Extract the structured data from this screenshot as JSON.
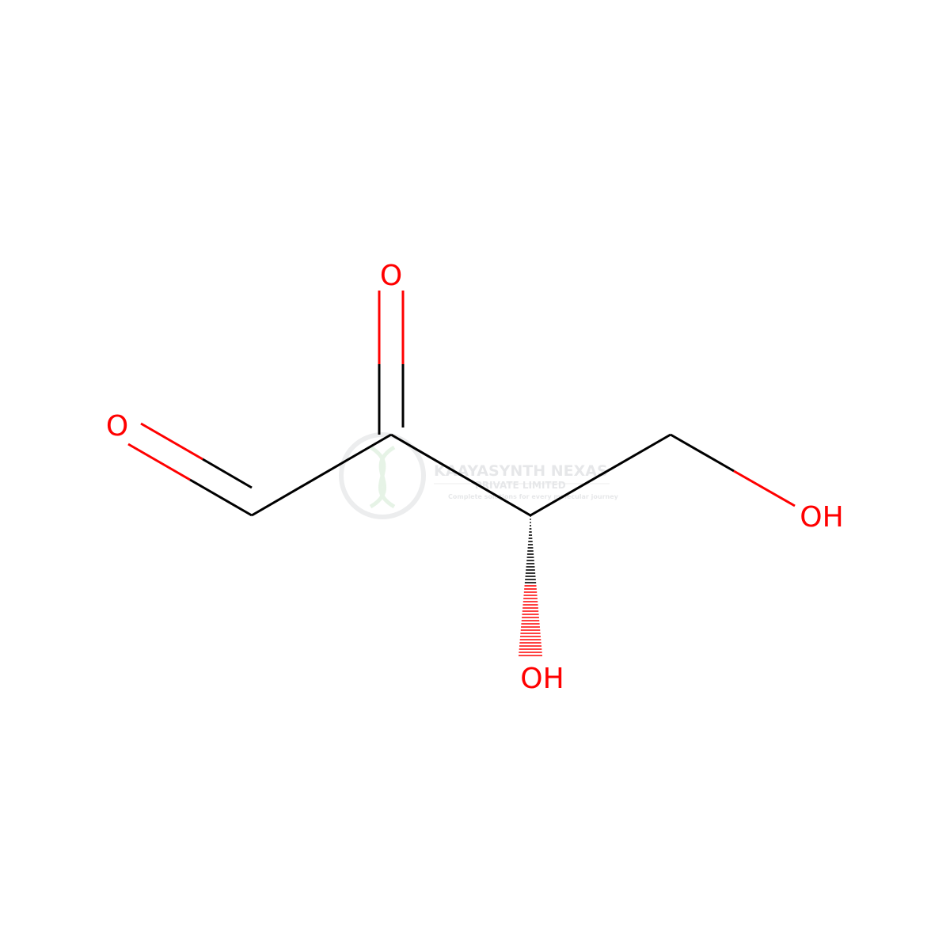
{
  "molecule": {
    "atoms": {
      "aldehyde_oxygen": "O",
      "ketone_oxygen": "O",
      "primary_hydroxyl": "OH",
      "secondary_hydroxyl": "OH"
    },
    "colors": {
      "oxygen": "#ff0000",
      "carbon_bond": "#000000",
      "background": "#ffffff"
    }
  },
  "watermark": {
    "name": "KAAYASYNTH NEXAS",
    "subtitle": "PRIVATE LIMITED",
    "tagline": "Complete solutions for every molecular journey"
  }
}
